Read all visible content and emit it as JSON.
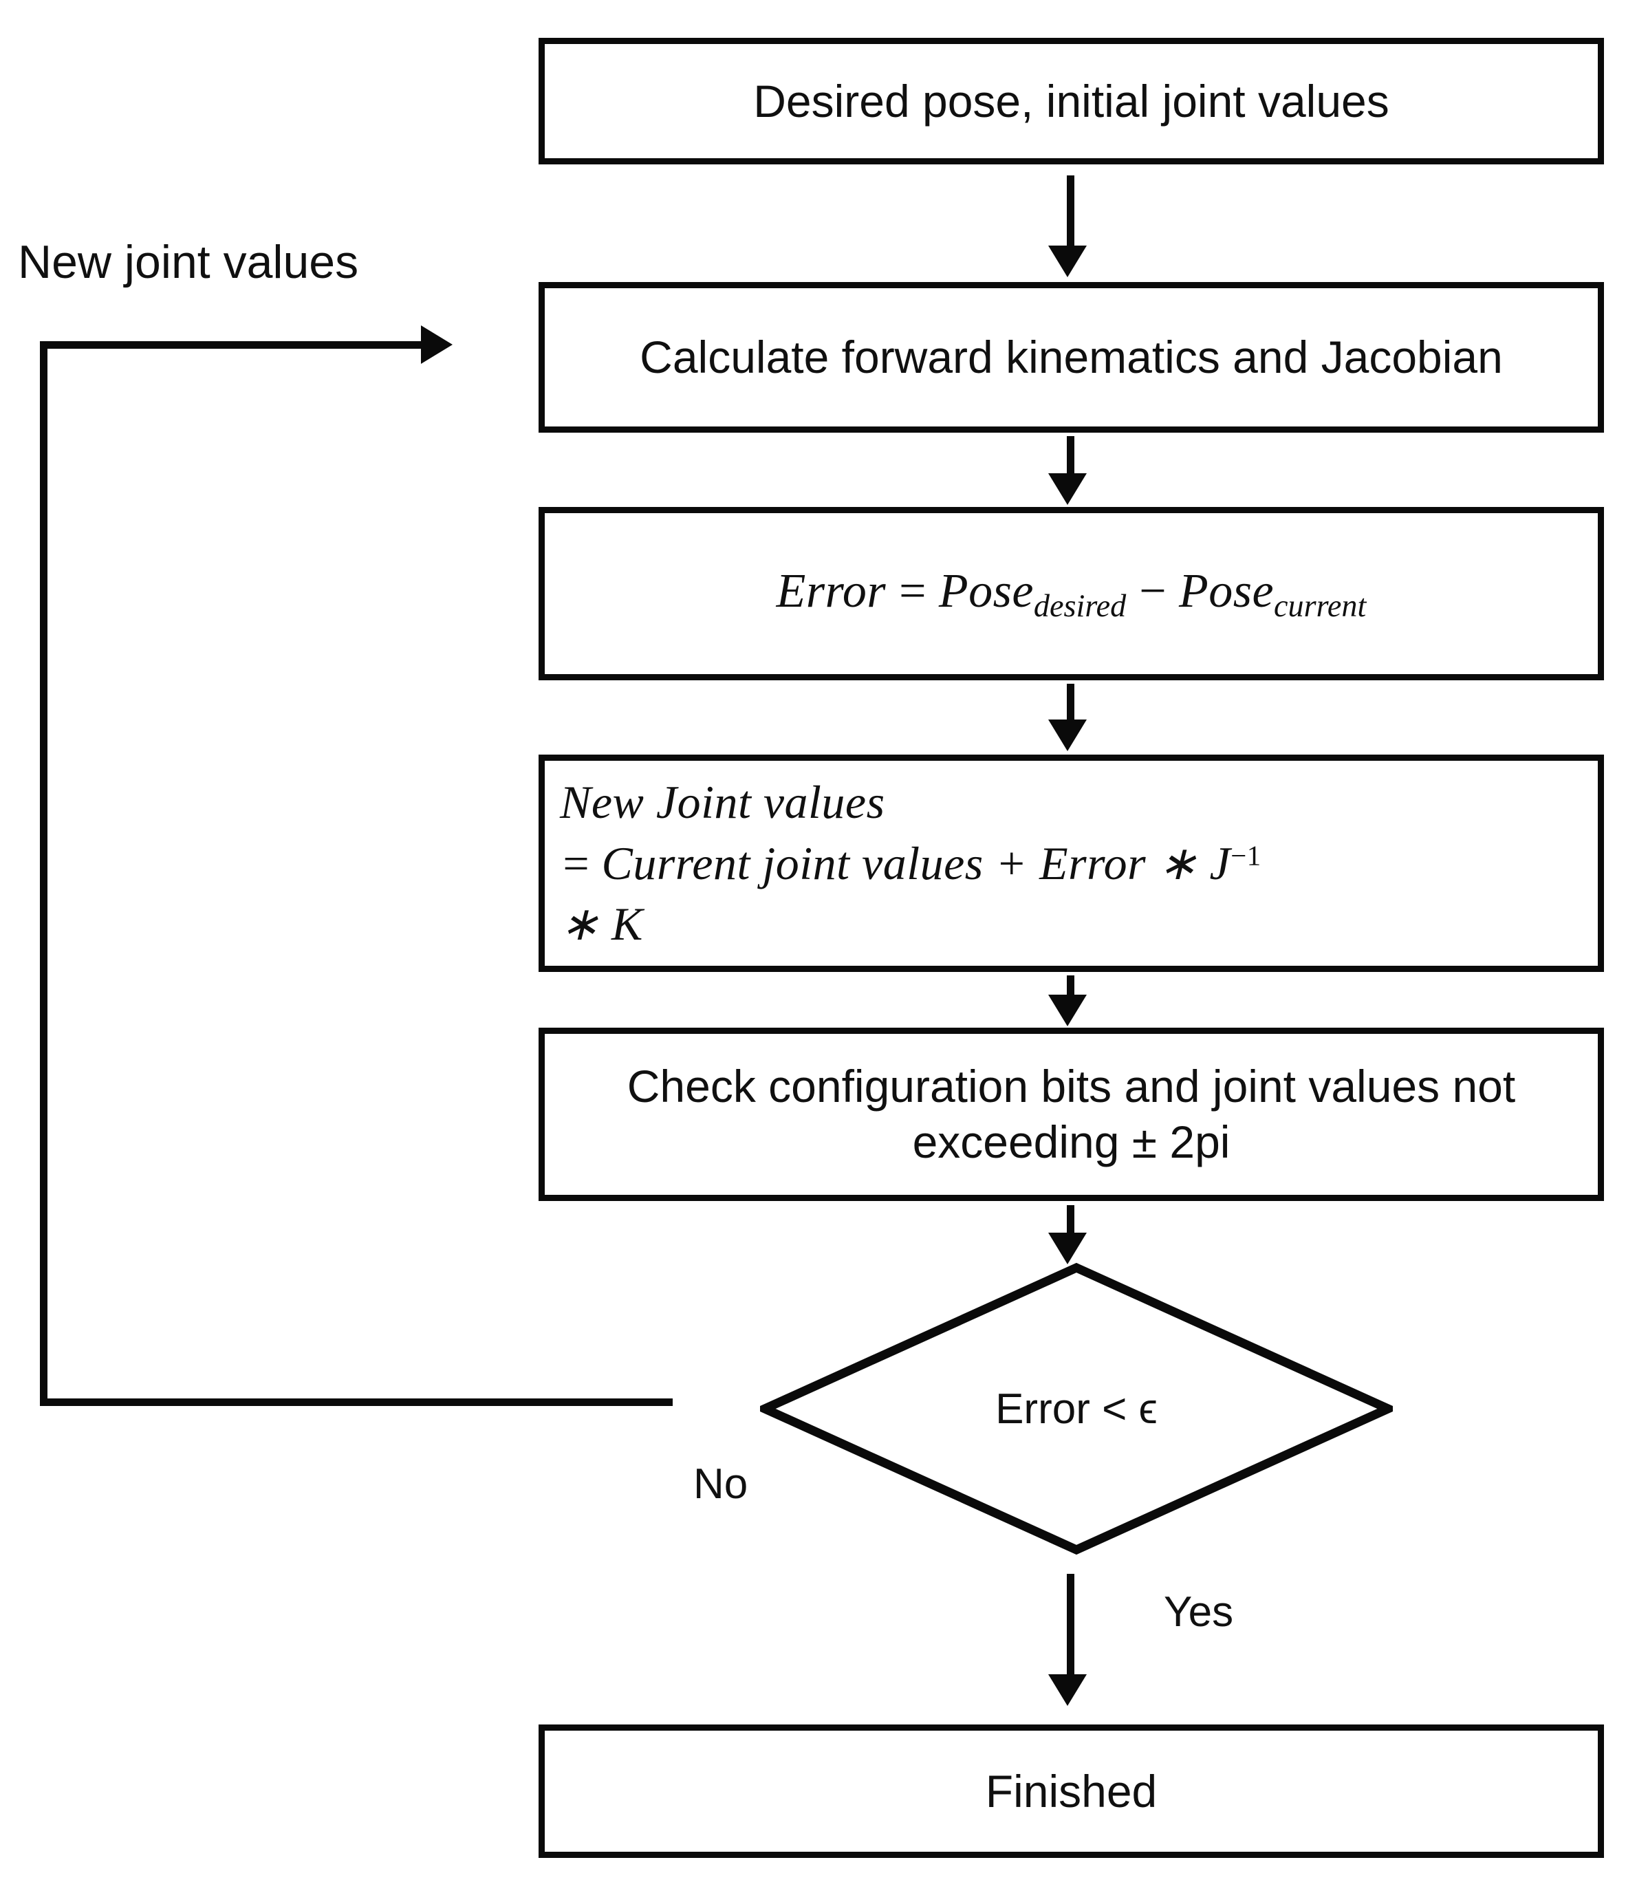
{
  "diagram": {
    "title": "Inverse kinematics iterative solver flowchart",
    "type": "flowchart",
    "colors": {
      "stroke": "#0a0a0a",
      "fill": "#ffffff",
      "text": "#101010"
    },
    "nodes": {
      "start": {
        "shape": "process",
        "label": "Desired pose, initial joint values"
      },
      "forward_kinematics": {
        "shape": "process",
        "label": "Calculate forward kinematics and Jacobian"
      },
      "error": {
        "shape": "process",
        "equation_plain": "Error = Pose_desired - Pose_current",
        "lhs": "Error",
        "eq": "=",
        "term1_base": "Pose",
        "term1_sub": "desired",
        "operator": "−",
        "term2_base": "Pose",
        "term2_sub": "current"
      },
      "new_joint": {
        "shape": "process",
        "equation_plain": "New Joint values = Current joint values + Error * J^-1 * K",
        "line1": "New Joint values",
        "line2_eq": "=",
        "line2_text": "Current joint values + Error ∗ J",
        "line2_sup": "−1",
        "line3": "∗ K"
      },
      "check": {
        "shape": "process",
        "label": "Check configuration bits and joint values not exceeding ± 2pi"
      },
      "decision": {
        "shape": "diamond",
        "label": "Error < ϵ"
      },
      "finished": {
        "shape": "process",
        "label": "Finished"
      }
    },
    "edge_labels": {
      "no": "No",
      "yes": "Yes",
      "feedback": "New joint values"
    },
    "edges": [
      {
        "from": "start",
        "to": "forward_kinematics",
        "label": ""
      },
      {
        "from": "forward_kinematics",
        "to": "error",
        "label": ""
      },
      {
        "from": "error",
        "to": "new_joint",
        "label": ""
      },
      {
        "from": "new_joint",
        "to": "check",
        "label": ""
      },
      {
        "from": "check",
        "to": "decision",
        "label": ""
      },
      {
        "from": "decision",
        "to": "finished",
        "label": "Yes"
      },
      {
        "from": "decision",
        "to": "forward_kinematics",
        "label": "No / New joint values"
      }
    ]
  }
}
